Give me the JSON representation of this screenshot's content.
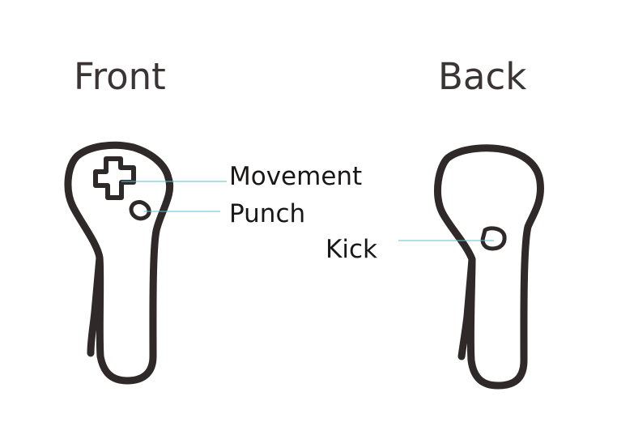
{
  "views": {
    "front": {
      "title": "Front"
    },
    "back": {
      "title": "Back"
    }
  },
  "labels": {
    "movement": "Movement",
    "punch": "Punch",
    "kick": "Kick"
  },
  "colors": {
    "outline": "#2f2a29",
    "title": "#3a3534",
    "label": "#1a1717",
    "leader": "#5fc2d3"
  }
}
